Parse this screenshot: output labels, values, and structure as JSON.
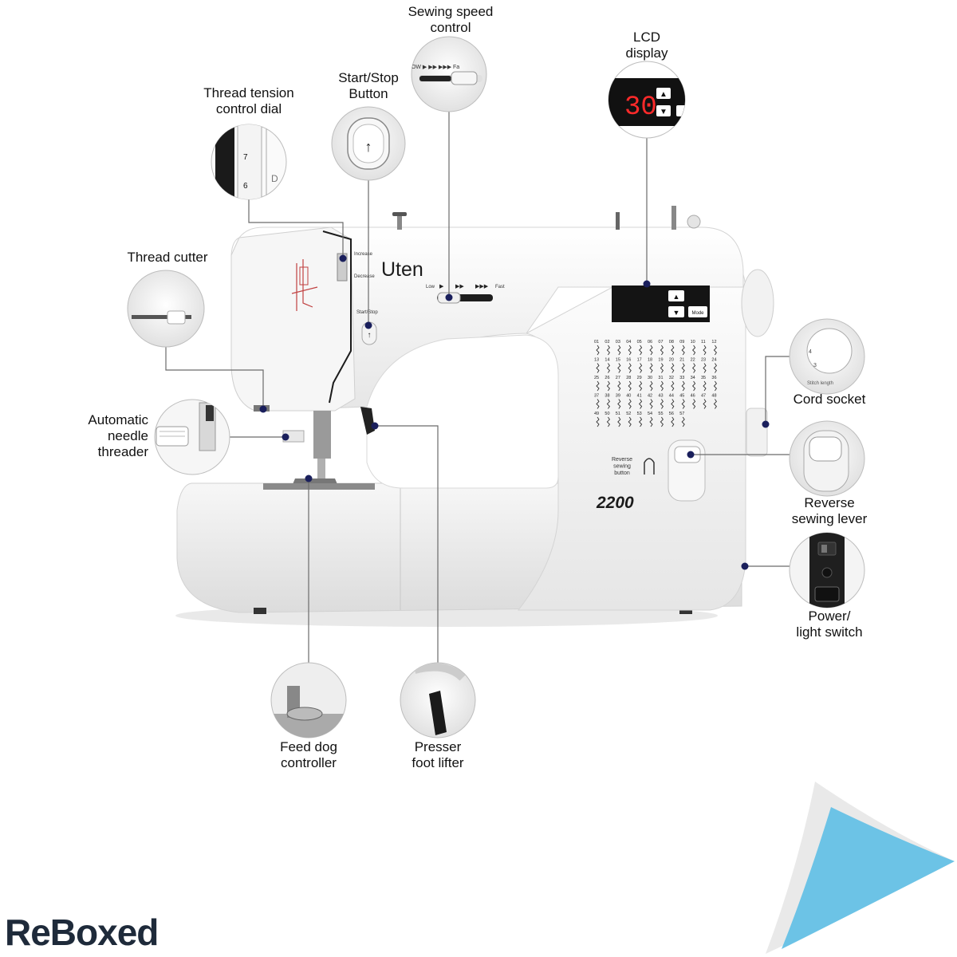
{
  "callouts": {
    "sewing_speed": "Sewing speed\ncontrol",
    "lcd_display": "LCD\ndisplay",
    "start_stop": "Start/Stop\nButton",
    "thread_tension": "Thread tension\ncontrol dial",
    "thread_cutter": "Thread cutter",
    "auto_threader": "Automatic\nneedle\nthreader",
    "cord_socket": "Cord socket",
    "reverse_lever": "Reverse\nsewing lever",
    "power_switch": "Power/\nlight switch",
    "feed_dog": "Feed dog\ncontroller",
    "presser_foot": "Presser\nfoot lifter"
  },
  "machine": {
    "brand_logo": "Uten",
    "model": "2200",
    "lcd_value": "30",
    "mode_button": "Mode",
    "tension_increase": "Increase",
    "tension_decrease": "Decrease",
    "start_stop_label": "Start/Stop",
    "speed_low": "Low",
    "speed_fast": "Fast",
    "reverse_label": "Reverse\nsewing\nbutton",
    "stitch_length_label": "Stitch length",
    "stitch_numbers": [
      "01",
      "02",
      "03",
      "04",
      "05",
      "06",
      "07",
      "08",
      "09",
      "10",
      "11",
      "12",
      "13",
      "14",
      "15",
      "16",
      "17",
      "18",
      "19",
      "20",
      "21",
      "22",
      "23",
      "24",
      "25",
      "26",
      "27",
      "28",
      "29",
      "30",
      "31",
      "32",
      "33",
      "34",
      "35",
      "36",
      "37",
      "38",
      "39",
      "40",
      "41",
      "42",
      "43",
      "44",
      "45",
      "46",
      "47",
      "48",
      "49",
      "50",
      "51",
      "52",
      "53",
      "54",
      "55",
      "56",
      "57"
    ],
    "tension_numbers": [
      "7",
      "6"
    ]
  },
  "watermark": "ReBoxed",
  "colors": {
    "leader_line": "#6b6b6b",
    "callout_dot": "#1a1f5c",
    "lcd_digits": "#ff2a2a",
    "corner_blue": "#6cc3e6",
    "body_white": "#f4f4f4"
  }
}
